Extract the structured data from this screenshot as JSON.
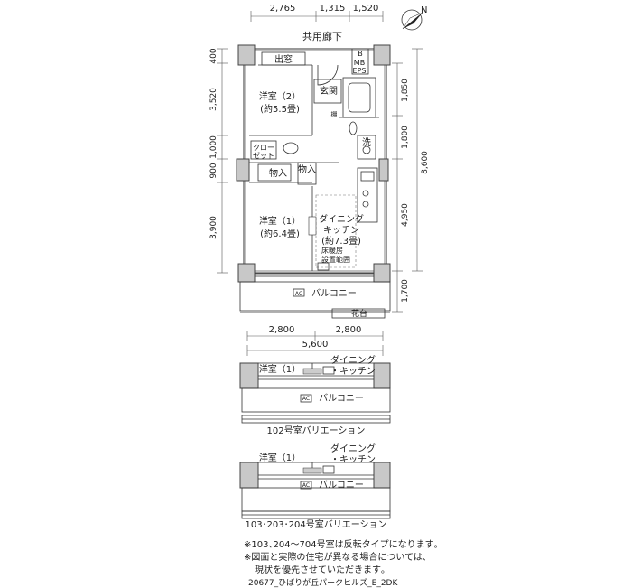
{
  "top_dims": {
    "d1": "2,765",
    "d2": "1,315",
    "d3": "1,520"
  },
  "corridor": "共用廊下",
  "left_dims": {
    "d1": "400",
    "d2": "3,520",
    "d3": "1,000",
    "d4": "900",
    "d5": "3,900"
  },
  "right_dims": {
    "d1": "1,850",
    "d2": "1,800",
    "d3": "8,600",
    "d4": "4,950",
    "d5": "1,700"
  },
  "rooms": {
    "demado": "出窓",
    "b": "B",
    "mb": "MB",
    "eps": "EPS",
    "genkan": "玄関",
    "shoes": "棚",
    "yoshitsu2": "洋室（2）",
    "yoshitsu2_size": "(約5.5畳)",
    "closet1": "クロー",
    "closet2": "ゼット",
    "wash": "洗",
    "storage1": "物入",
    "storage2": "物入",
    "yoshitsu1": "洋室（1）",
    "yoshitsu1_size": "(約6.4畳)",
    "dk1": "ダイニング",
    "dk2": "キッチン",
    "dk_size": "(約7.3畳)",
    "floor1": "床暖房",
    "floor2": "設置範囲",
    "ac": "AC",
    "balcony": "バルコニー",
    "planter": "花台"
  },
  "bottom_dims": {
    "d1": "2,800",
    "d2": "2,800",
    "d3": "5,600"
  },
  "variation1": {
    "room": "洋室（1）",
    "dk1": "ダイニング",
    "dk2": "・キッチン",
    "ac": "AC",
    "balcony": "バルコニー",
    "caption": "102号室バリエーション"
  },
  "variation2": {
    "room": "洋室（1）",
    "dk1": "ダイニング",
    "dk2": "・キッチン",
    "ac": "AC",
    "balcony": "バルコニー",
    "caption": "103･203･204号室バリエーション"
  },
  "notes": {
    "n1": "※103､204～704号室は反転タイプになります｡",
    "n2": "※図面と実際の住宅が異なる場合については､",
    "n3": "現状を優先させていただきます｡"
  },
  "footer": "20677_ひばりが丘パークヒルズ_E_2DK",
  "north": "N"
}
